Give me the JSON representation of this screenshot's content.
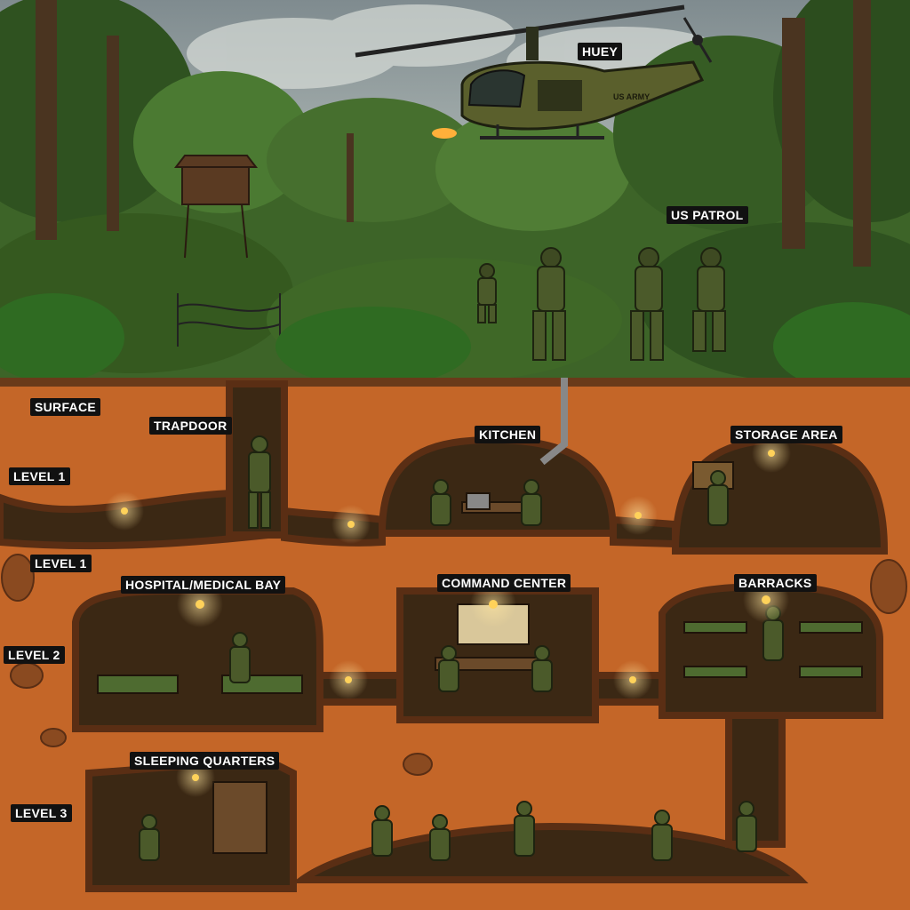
{
  "labels": {
    "huey": "HUEY",
    "us_patrol": "US PATROL",
    "surface": "SURFACE",
    "trapdoor": "TRAPDOOR",
    "kitchen": "KITCHEN",
    "storage_area": "STORAGE AREA",
    "level1_upper": "LEVEL 1",
    "level1_lower": "LEVEL 1",
    "hospital": "HOSPITAL/MEDICAL BAY",
    "command_center": "COMMAND CENTER",
    "barracks": "BARRACKS",
    "level2": "LEVEL 2",
    "sleeping_quarters": "SLEEPING QUARTERS",
    "level3": "LEVEL 3"
  },
  "helicopter_marking": "US ARMY",
  "colors": {
    "sky": "#9aa6a8",
    "jungle": "#3f6a2a",
    "soil": "#c86a2a",
    "soil_dark": "#5a2e14",
    "tunnel": "#3a2a1a",
    "lamp": "#ffd25a",
    "label_bg": "#111111",
    "label_text": "#ffffff"
  }
}
